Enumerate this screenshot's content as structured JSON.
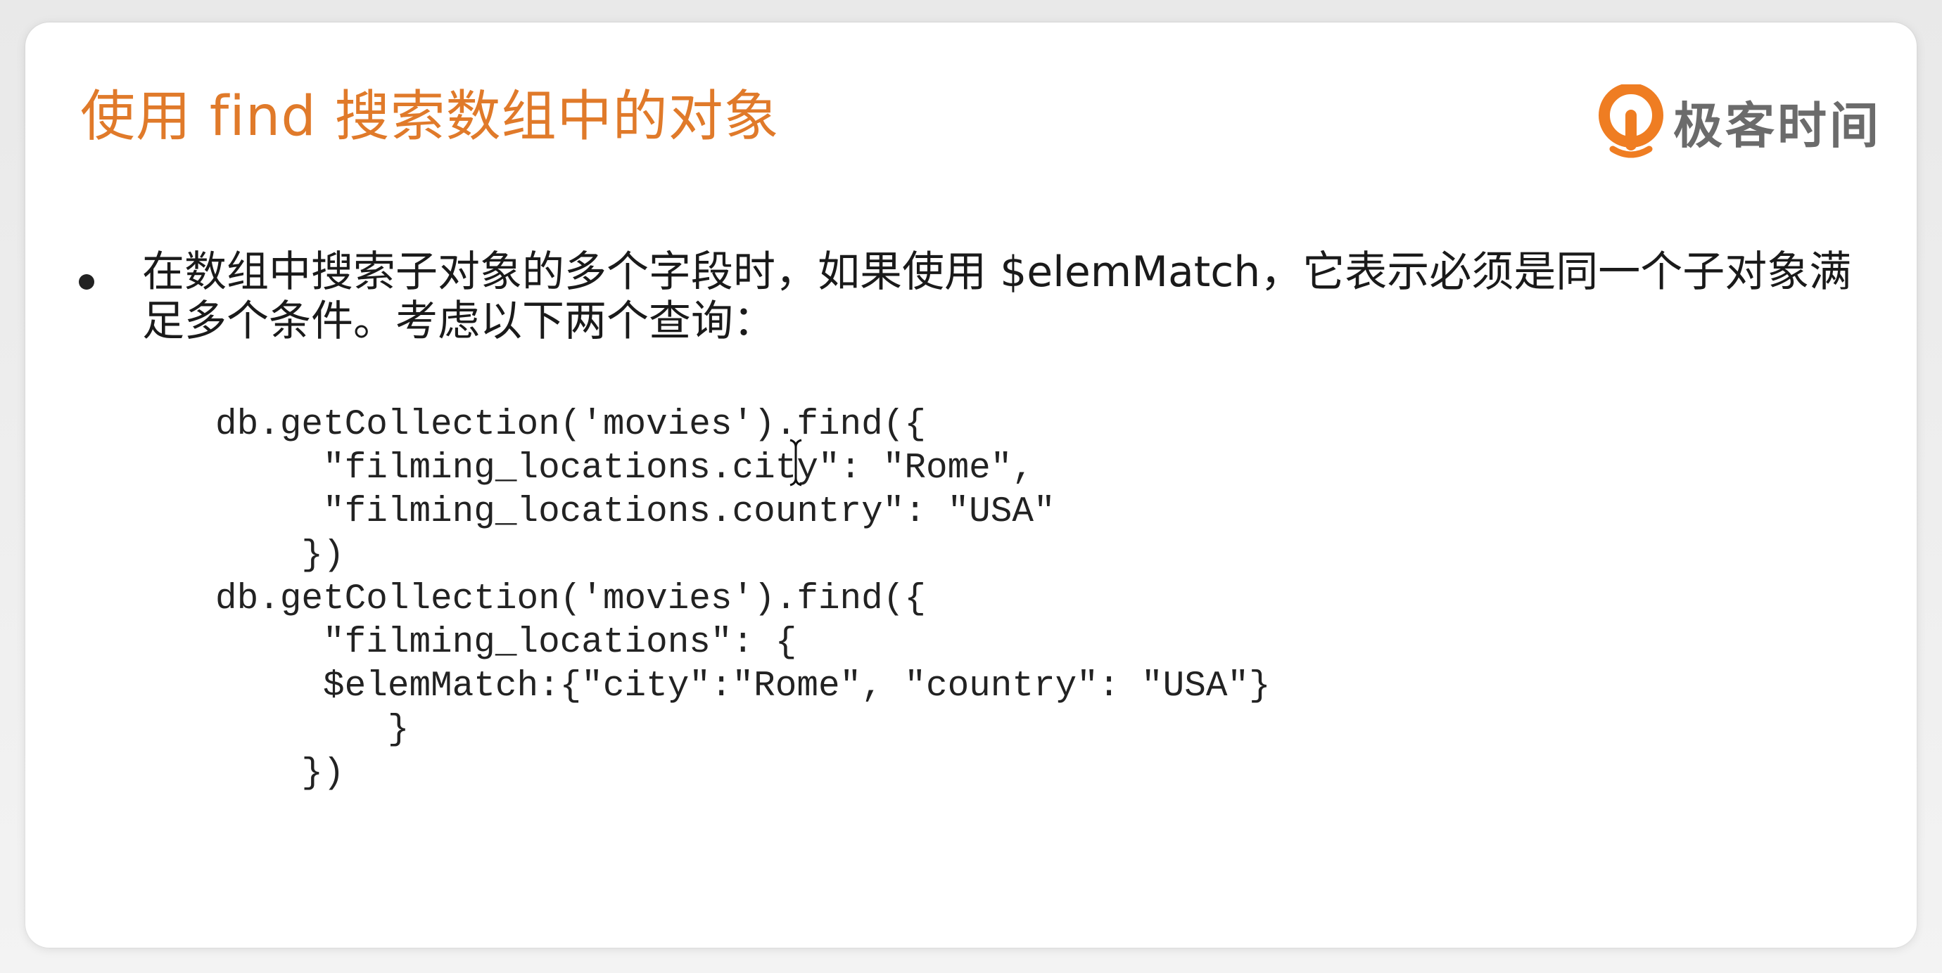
{
  "slide": {
    "title": "使用 find 搜索数组中的对象",
    "logo_text": "极客时间",
    "logo_icon": "geektime-logo-icon",
    "bullet": "在数组中搜索子对象的多个字段时，如果使用 $elemMatch，它表示必须是同一个子对象满足多个条件。考虑以下两个查询：",
    "code_lines": [
      "db.getCollection('movies').find({",
      "     \"filming_locations.city\": \"Rome\",",
      "     \"filming_locations.country\": \"USA\"",
      "    })",
      "db.getCollection('movies').find({",
      "     \"filming_locations\": {",
      "     $elemMatch:{\"city\":\"Rome\", \"country\": \"USA\"}",
      "        }",
      "    })"
    ]
  },
  "colors": {
    "title": "#e07a2a",
    "logo_orange": "#ef7d22",
    "logo_text": "#6b6b6b"
  }
}
